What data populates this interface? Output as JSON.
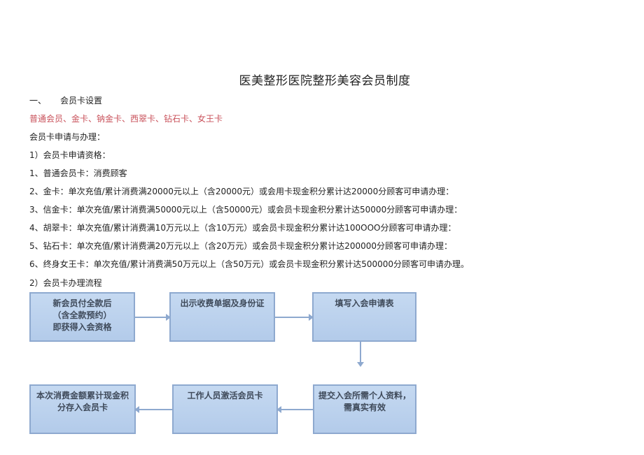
{
  "document": {
    "title": "医美整形医院整形美容会员制度",
    "section1": {
      "number": "一、",
      "heading": "会员卡设置"
    },
    "card_types": "普通会员、金卡、钠金卡、西翠卡、钻石卡、女王卡",
    "apply_heading": "会员卡申请与办理：",
    "qualification_heading": "1）会员卡申请资格：",
    "qualifications": [
      "1、普通会员卡：消费顾客",
      "2、金卡：单次充值/累计消费满20000元以上（含20000元）或会用卡现金积分累计达20000分顾客可申请办理：",
      "3、信金卡：单次充值/累计消费满50000元以上（含50000元）或会员卡现金积分累计达50000分顾客可申请办理：",
      "4、胡翠卡：单次充值/累计消费满10万元以上（含10万元）或会员卡现金积分累计达100OOO分顾客可申请办理：",
      "5、钻石卡：单次充值/累计消费满20万元以上（含20万元）或会员卡现金积分累计达200000分顾客可申请办理：",
      "6、终身女王卡：单次充值/累计消费满50万元以上（含50万元）或会员卡现金积分累计达500000分顾客可申请办理。"
    ],
    "process_heading": "2）会员卡办理流程"
  },
  "flowchart": {
    "steps": [
      {
        "lines": [
          "新会员付全款后",
          "（含全款预约）",
          "即获得入会资格"
        ]
      },
      {
        "lines": [
          "出示收费单据及身份证"
        ]
      },
      {
        "lines": [
          "填写入会申请表"
        ]
      },
      {
        "lines": [
          "提交入会所需个人资料，",
          "需真实有效"
        ]
      },
      {
        "lines": [
          "工作人员激活会员卡"
        ]
      },
      {
        "lines": [
          "本次消费金额累计现金积",
          "分存入会员卡"
        ]
      }
    ],
    "colors": {
      "box_fill": "#c5d9f1",
      "box_border": "#8ea9cf",
      "arrow": "#8ea9cf",
      "highlight_text": "#c9525b"
    }
  }
}
